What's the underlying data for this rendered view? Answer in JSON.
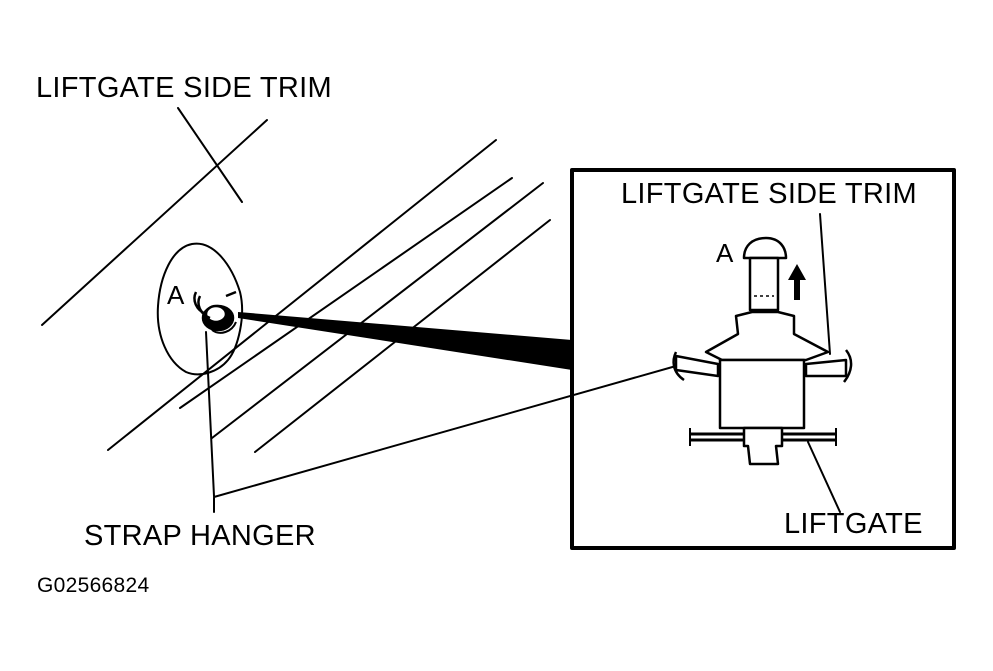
{
  "labels": {
    "main_trim": "LIFTGATE SIDE TRIM",
    "inset_trim": "LIFTGATE SIDE TRIM",
    "strap_hanger": "STRAP HANGER",
    "liftgate": "LIFTGATE",
    "callout_a_main": "A",
    "callout_a_inset": "A",
    "figure_id": "G02566824"
  },
  "colors": {
    "ink": "#000000",
    "paper": "#ffffff"
  },
  "icons": {
    "direction": "up-arrow-icon"
  }
}
